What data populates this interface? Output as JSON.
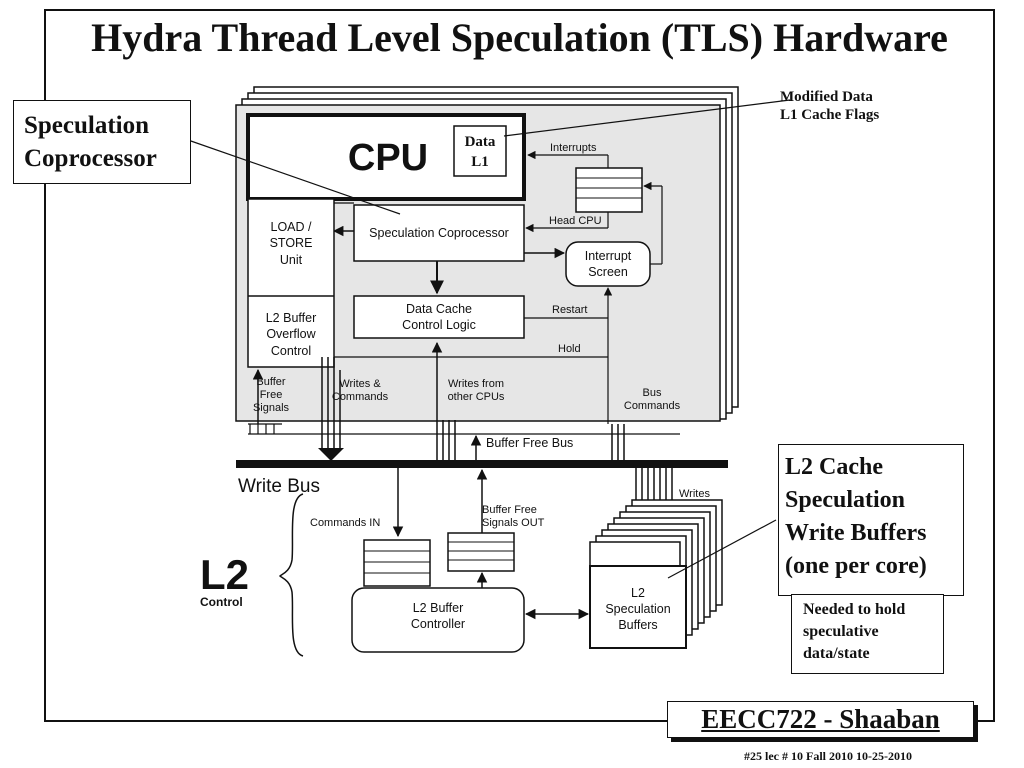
{
  "title": "Hydra Thread Level Speculation (TLS) Hardware",
  "callouts": {
    "spec_coprocessor": [
      "Speculation",
      "Coprocessor"
    ],
    "modified_flags": [
      "Modified Data",
      "L1 Cache Flags"
    ],
    "l2_cache": [
      "L2 Cache",
      "Speculation",
      "Write Buffers",
      "(one per core)"
    ],
    "needed": [
      "Needed to hold",
      "speculative",
      "data/state"
    ]
  },
  "diagram": {
    "cpu": "CPU",
    "data_l1": [
      "Data",
      "L1"
    ],
    "interrupts": "Interrupts",
    "load_store": [
      "LOAD /",
      "STORE",
      "Unit"
    ],
    "spec_coprocessor": "Speculation Coprocessor",
    "head_cpu": "Head CPU",
    "interrupt_screen": [
      "Interrupt",
      "Screen"
    ],
    "data_cache_control": [
      "Data Cache",
      "Control Logic"
    ],
    "restart": "Restart",
    "l2_overflow": [
      "L2 Buffer",
      "Overflow",
      "Control"
    ],
    "hold": "Hold",
    "buffer_free_signals": [
      "Buffer",
      "Free",
      "Signals"
    ],
    "writes_commands": [
      "Writes &",
      "Commands"
    ],
    "writes_from_other": [
      "Writes from",
      "other CPUs"
    ],
    "bus_commands": [
      "Bus",
      "Commands"
    ],
    "buffer_free_bus": "Buffer Free Bus",
    "write_bus": "Write Bus",
    "writes": "Writes",
    "commands_in": "Commands IN",
    "buffer_free_out": [
      "Buffer Free",
      "Signals OUT"
    ],
    "l2_big": "L2",
    "control": "Control",
    "l2_buffer_controller": [
      "L2 Buffer",
      "Controller"
    ],
    "l2_spec_buffers": [
      "L2",
      "Speculation",
      "Buffers"
    ]
  },
  "footer": {
    "course": "EECC722 - Shaaban",
    "meta": "#25   lec # 10    Fall 2010   10-25-2010"
  }
}
